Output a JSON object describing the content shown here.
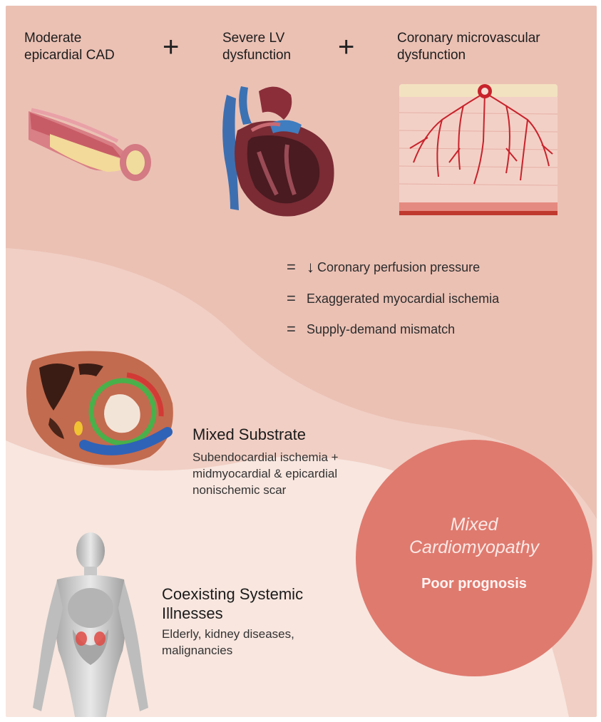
{
  "top_row": {
    "item1": "Moderate\nepicardial CAD",
    "item2": "Severe LV\ndysfunction",
    "item3": "Coronary microvascular\ndysfunction",
    "plus": "+"
  },
  "equations": {
    "sign": "=",
    "arrow": "↓",
    "line1": "Coronary perfusion pressure",
    "line2": "Exaggerated myocardial ischemia",
    "line3": "Supply-demand mismatch"
  },
  "substrate": {
    "title": "Mixed Substrate",
    "body": "Subendocardial ischemia +\nmidmyocardial & epicardial\nnonischemic scar"
  },
  "systemic": {
    "title": "Coexisting Systemic\nIllnesses",
    "body": "Elderly, kidney diseases,\nmalignancies"
  },
  "outcome": {
    "title": "Mixed\nCardiomyopathy",
    "prognosis": "Poor prognosis"
  },
  "colors": {
    "band_top": "#ecc3b7",
    "band_mid": "#f2d2c8",
    "band_low": "#f7e3dc",
    "circle": "#df7a6f",
    "ring_red": "#d23a36",
    "ring_green": "#49b04a",
    "ring_blue": "#2e63b8",
    "ring_yellow": "#f1c232"
  },
  "icons": {
    "artery": "artery-cross-section-icon",
    "heart": "heart-anatomy-icon",
    "microvasculature": "microvasculature-icon",
    "myocardium": "myocardium-slice-icon",
    "body": "human-body-icon"
  }
}
